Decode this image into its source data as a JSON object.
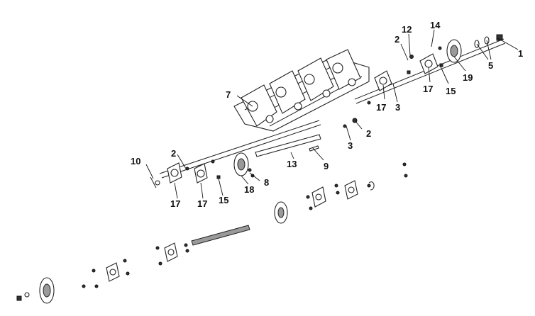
{
  "callouts": {
    "c1": "1",
    "c2a": "2",
    "c2b": "2",
    "c2c": "2",
    "c3a": "3",
    "c3b": "3",
    "c5": "5",
    "c7": "7",
    "c8": "8",
    "c9": "9",
    "c10": "10",
    "c12": "12",
    "c13": "13",
    "c14": "14",
    "c15a": "15",
    "c15b": "15",
    "c17a": "17",
    "c17b": "17",
    "c17c": "17",
    "c17d": "17",
    "c18": "18",
    "c19": "19"
  },
  "colors": {
    "line": "#222222",
    "grey": "#9a9a9a",
    "text": "#111111"
  }
}
